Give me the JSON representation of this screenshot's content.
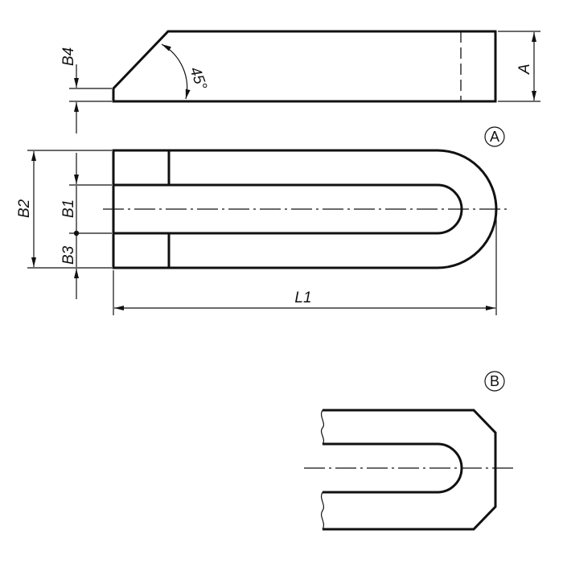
{
  "dimensions": {
    "b4": "B4",
    "angle": "45°",
    "a": "A",
    "b2": "B2",
    "b1": "B1",
    "b3": "B3",
    "l1": "L1"
  },
  "views": {
    "a": "A",
    "b": "B"
  },
  "colors": {
    "line": "#111111",
    "background": "#ffffff"
  }
}
